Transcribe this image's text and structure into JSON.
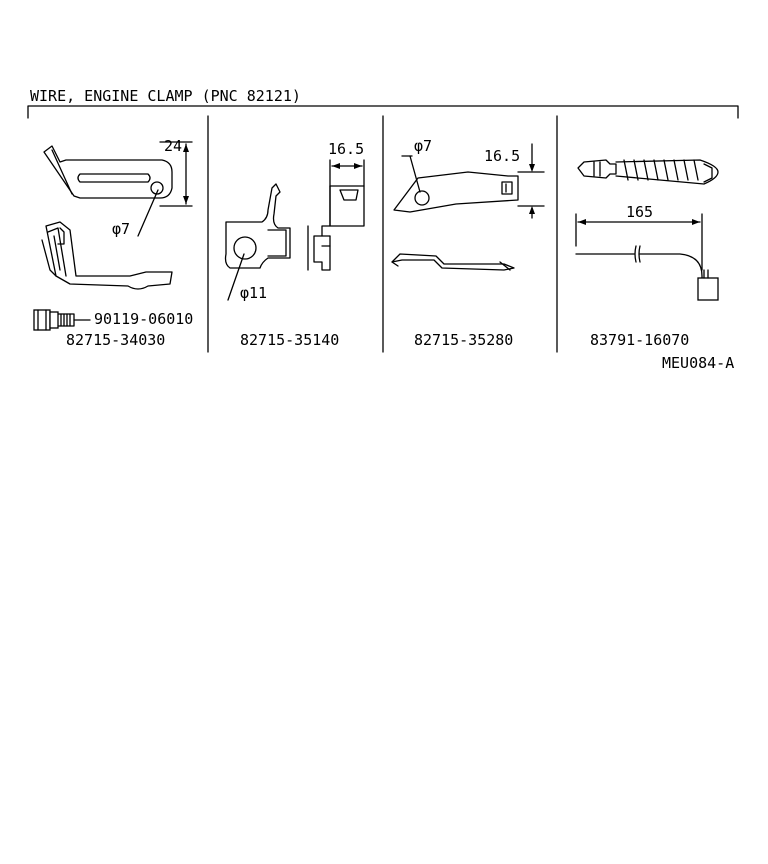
{
  "header": {
    "title": "WIRE, ENGINE CLAMP (PNC 82121)"
  },
  "panels": [
    {
      "part_number": "82715-34030",
      "sub_part_number": "90119-06010",
      "dimensions": [
        "24",
        "φ7"
      ]
    },
    {
      "part_number": "82715-35140",
      "dimensions": [
        "16.5",
        "φ11"
      ]
    },
    {
      "part_number": "82715-35280",
      "dimensions": [
        "φ7",
        "16.5"
      ]
    },
    {
      "part_number": "83791-16070",
      "dimensions": [
        "165"
      ]
    }
  ],
  "footer": {
    "drawing_code": "MEU084-A"
  }
}
